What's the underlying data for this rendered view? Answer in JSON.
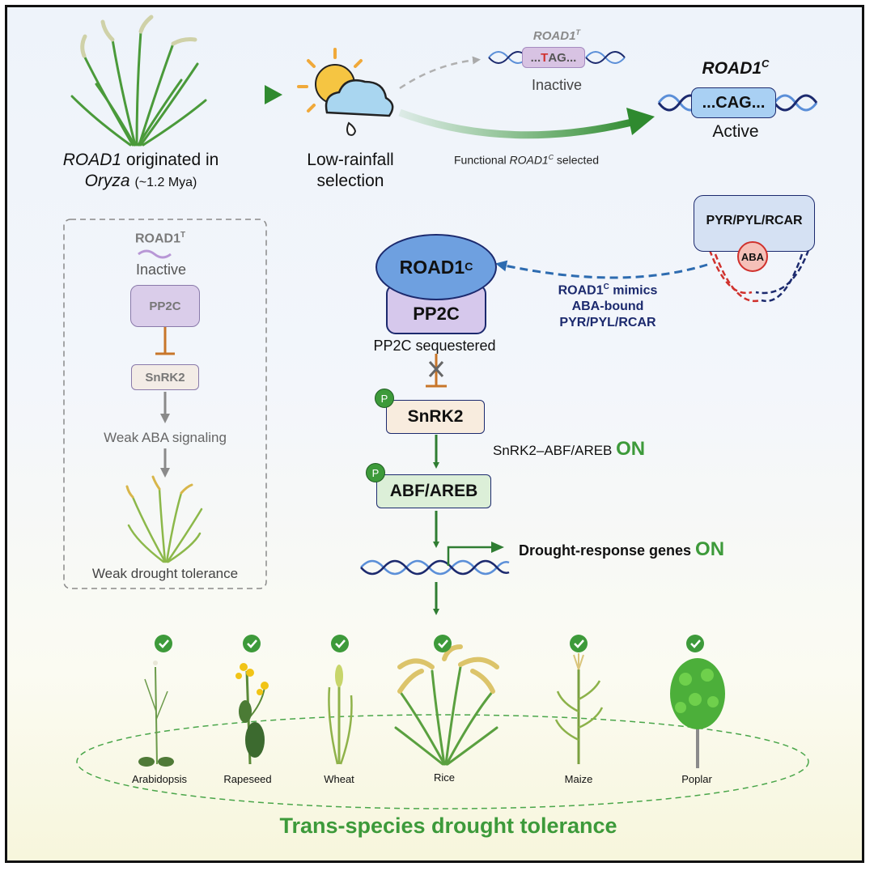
{
  "origin": {
    "gene": "ROAD1",
    "originated_text": " originated in",
    "genus": "Oryza",
    "age": "(~1.2 Mya)"
  },
  "selection": {
    "line1": "Low-rainfall",
    "line2": "selection",
    "inactive_allele": {
      "gene": "ROAD1",
      "sup": "T",
      "seq_pre": "...",
      "seq_snp": "T",
      "seq_post": "AG...",
      "state": "Inactive"
    },
    "active_allele": {
      "gene": "ROAD1",
      "sup": "C",
      "seq": "...CAG...",
      "state": "Active"
    },
    "arrow_label_pre": "Functional ",
    "arrow_label_gene": "ROAD1",
    "arrow_label_sup": "C",
    "arrow_label_post": " selected"
  },
  "inactive_panel": {
    "gene": "ROAD1",
    "sup": "T",
    "state": "Inactive",
    "pp2c": "PP2C",
    "snrk2": "SnRK2",
    "signaling": "Weak ABA signaling",
    "outcome": "Weak drought tolerance"
  },
  "active_pathway": {
    "road1": "ROAD1",
    "road1_sup": "C",
    "pp2c": "PP2C",
    "sequestered": "PP2C sequestered",
    "receptor": "PYR/PYL/RCAR",
    "aba": "ABA",
    "mimic_line1_pre": "ROAD1",
    "mimic_line1_sup": "C",
    "mimic_line1_post": " mimics",
    "mimic_line2": "ABA-bound",
    "mimic_line3": "PYR/PYL/RCAR",
    "phospho": "P",
    "snrk2": "SnRK2",
    "snrk2_abf_label": "SnRK2–ABF/AREB",
    "on": "ON",
    "abf": "ABF/AREB",
    "genes_label": "Drought-response genes",
    "genes_on": "ON"
  },
  "species": [
    "Arabidopsis",
    "Rapeseed",
    "Wheat",
    "Rice",
    "Maize",
    "Poplar"
  ],
  "bottom_title": "Trans-species drought tolerance",
  "colors": {
    "green": "#3d9a3a",
    "dark_green": "#2f7d32",
    "navy": "#1c2a6e",
    "blue_fill": "#5b8fd8",
    "pp2c_fill": "#d8cbe9",
    "snrk2_fill": "#f8ecde",
    "abf_fill": "#dcefd8",
    "inhibit": "#c8762a",
    "red": "#d0312d",
    "grey": "#808080"
  }
}
